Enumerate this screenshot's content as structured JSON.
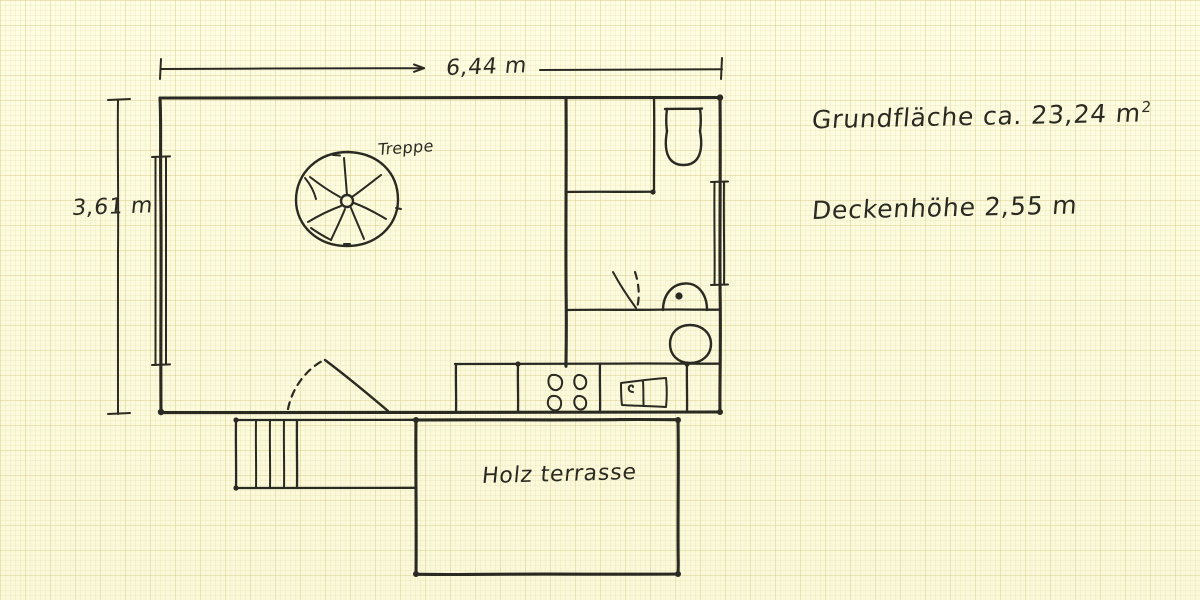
{
  "sheet": {
    "kind": "hand-drawn-floor-plan-sketch",
    "paper": "graph-paper",
    "paper_color": "#fbfbe8",
    "grid_color": "#d7cd8c",
    "ink_color": "#2b2a22",
    "language": "de"
  },
  "dimensions": {
    "width": {
      "label": "6,44 m",
      "value": 6.44,
      "unit": "m",
      "orientation": "horizontal"
    },
    "height": {
      "label": "3,61 m",
      "value": 3.61,
      "unit": "m",
      "orientation": "vertical"
    }
  },
  "notes": {
    "area_label": "Grundfläche ca. 23,24 m",
    "area_exponent": "2",
    "area_value": 23.24,
    "area_unit": "m²",
    "ceiling_label": "Deckenhöhe 2,55 m",
    "ceiling_value": 2.55,
    "ceiling_unit": "m"
  },
  "rooms": {
    "stair_label": "Treppe",
    "terrace_label": "Holz terrasse"
  },
  "fixtures": {
    "spiral_stair": "spiral-staircase",
    "toilet": "toilet",
    "washbasin": "washbasin",
    "shower_drain": "round-drain",
    "cooktop": "four-burner-cooktop",
    "appliance": "kitchen-appliance",
    "window_left": "window",
    "window_right": "window",
    "door_swing": "door-swing-arc",
    "terrace_steps": "steps"
  }
}
